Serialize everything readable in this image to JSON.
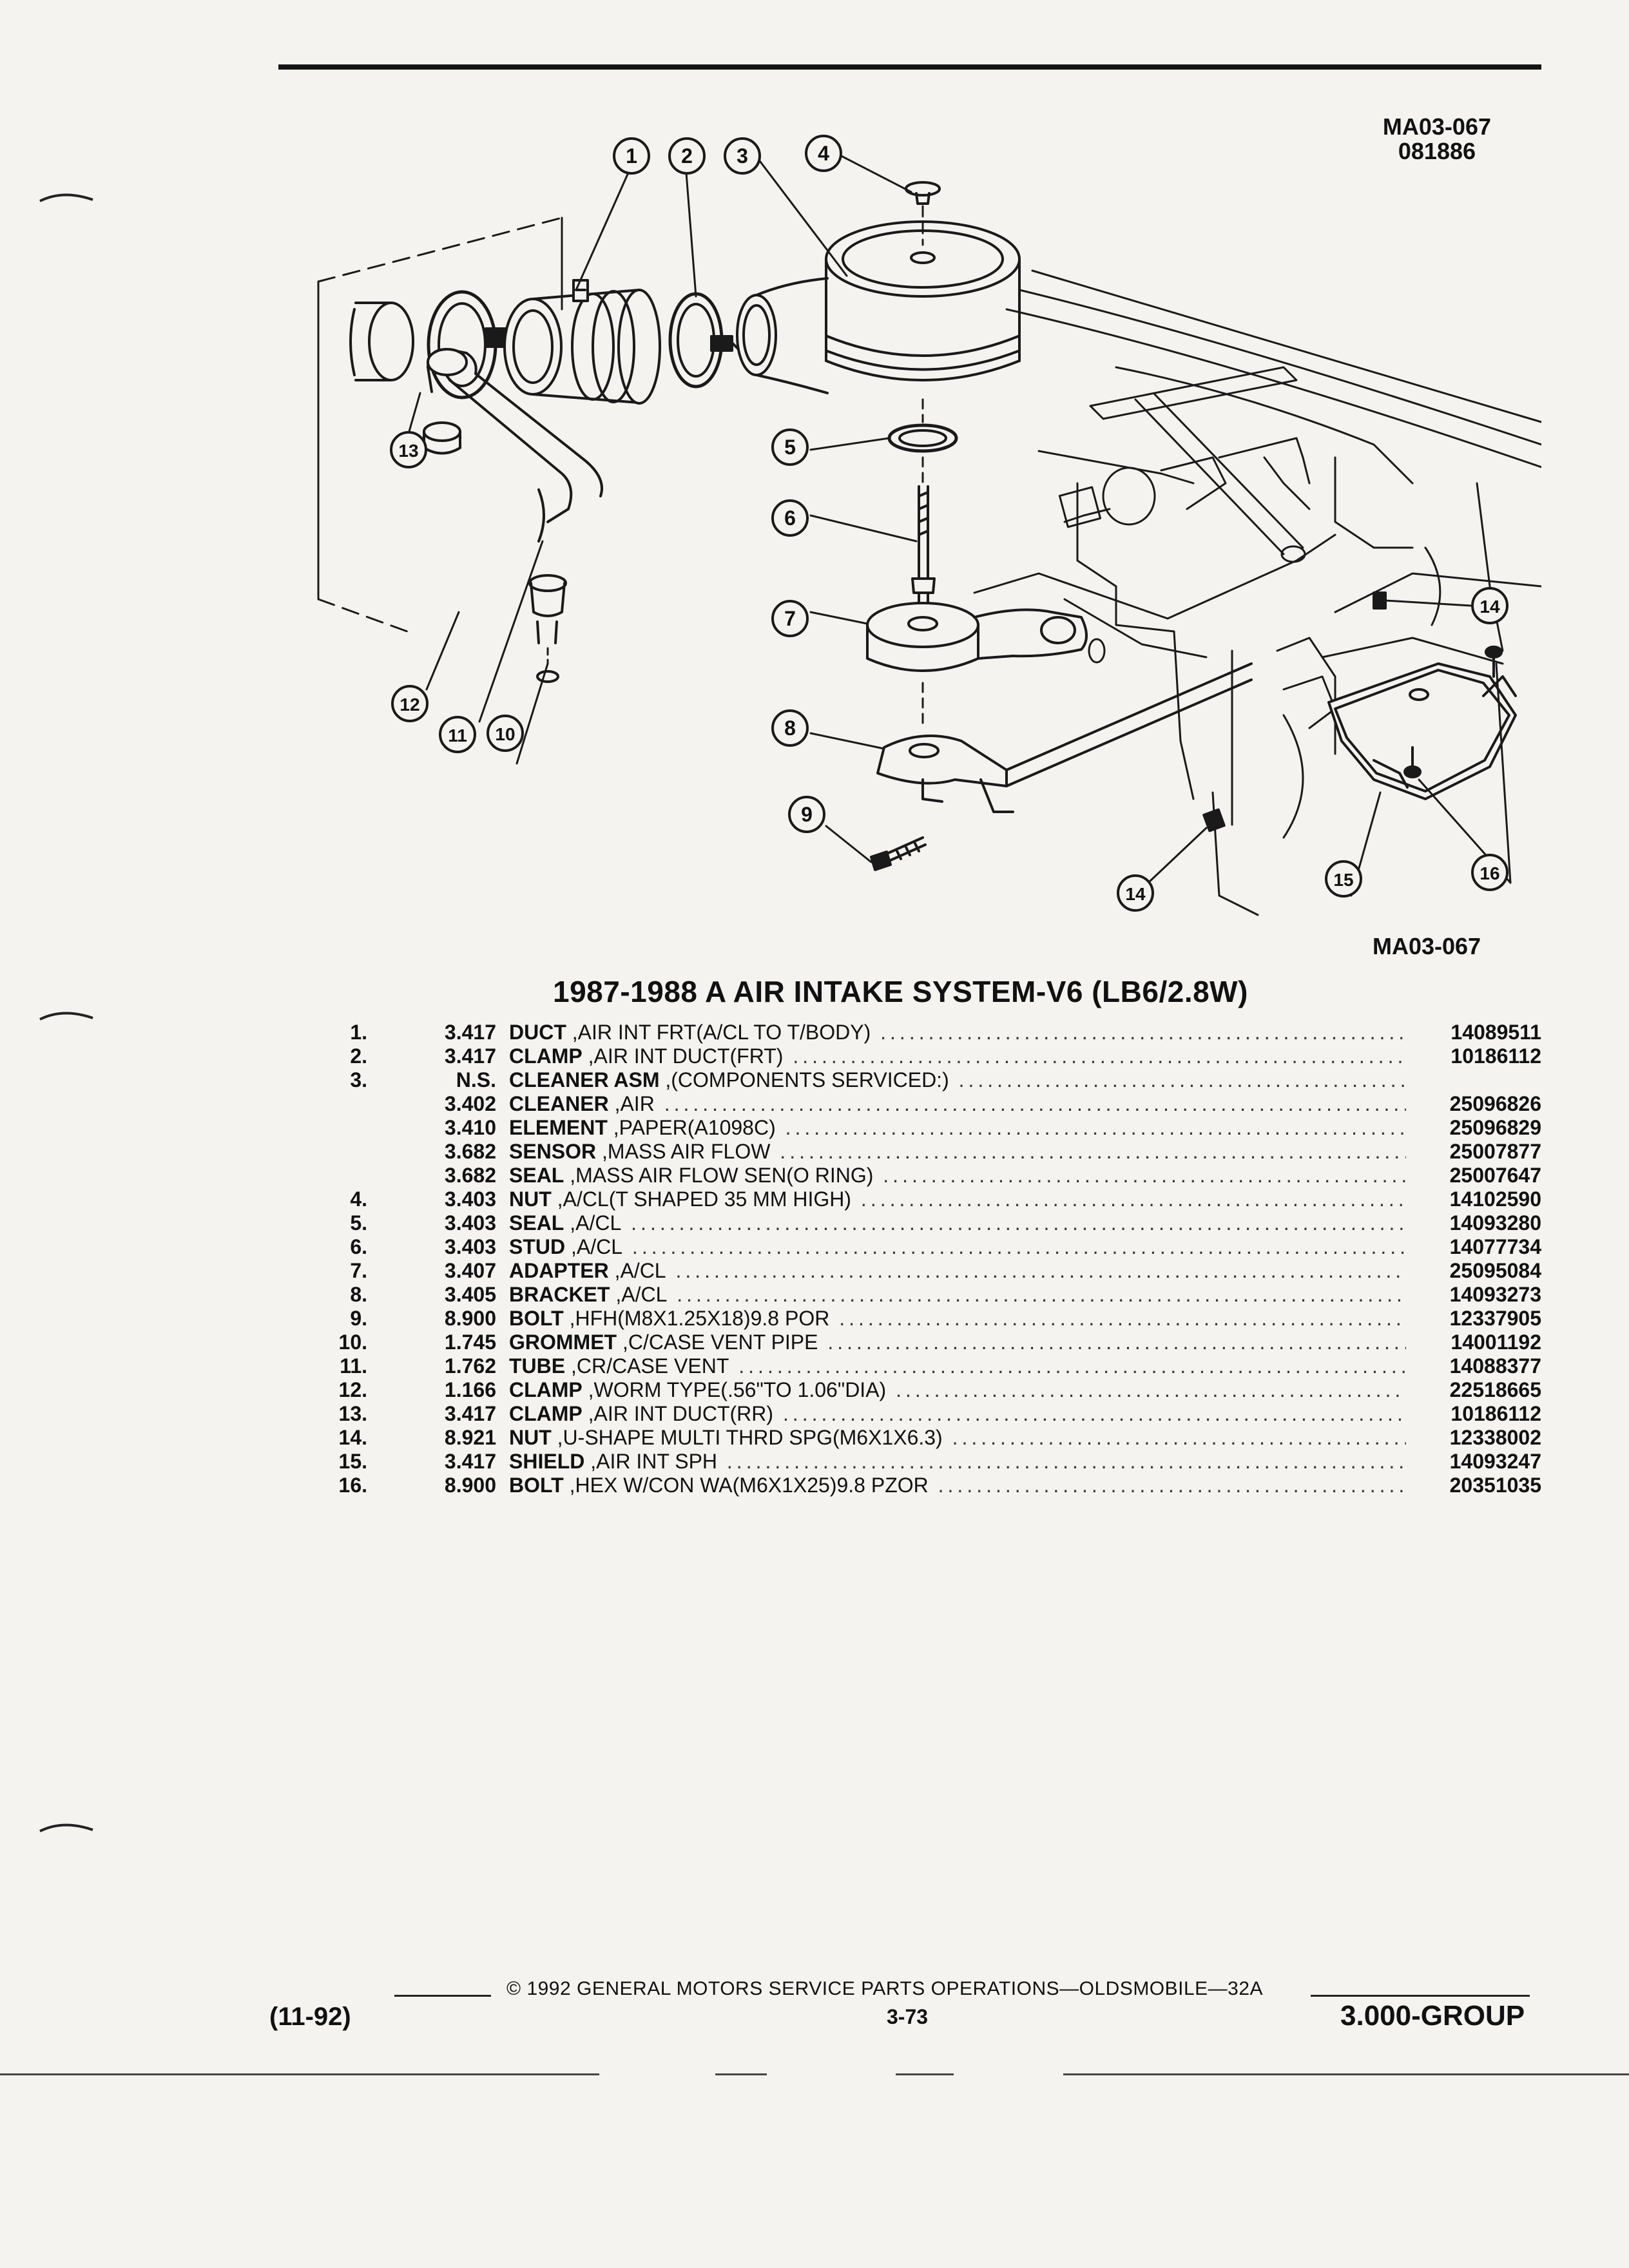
{
  "header": {
    "ref_code_1": "MA03-067",
    "ref_code_2": "081886"
  },
  "figure_ref": "MA03-067",
  "section_title": "1987-1988 A AIR INTAKE SYSTEM-V6 (LB6/2.8W)",
  "callouts": [
    "1",
    "2",
    "3",
    "4",
    "5",
    "6",
    "7",
    "8",
    "9",
    "10",
    "11",
    "12",
    "13",
    "14",
    "14",
    "15",
    "16"
  ],
  "parts": [
    {
      "line": "1.",
      "group": "3.417",
      "name": "DUCT",
      "desc": " ,AIR INT FRT(A/CL TO T/BODY)",
      "part": "14089511"
    },
    {
      "line": "2.",
      "group": "3.417",
      "name": "CLAMP",
      "desc": " ,AIR INT DUCT(FRT)",
      "part": "10186112"
    },
    {
      "line": "3.",
      "group": "N.S.",
      "name": "CLEANER ASM",
      "desc": " ,(COMPONENTS SERVICED:)",
      "part": ""
    },
    {
      "line": "",
      "group": "3.402",
      "name": "CLEANER",
      "desc": " ,AIR",
      "part": "25096826"
    },
    {
      "line": "",
      "group": "3.410",
      "name": "ELEMENT",
      "desc": " ,PAPER(A1098C)",
      "part": "25096829"
    },
    {
      "line": "",
      "group": "3.682",
      "name": "SENSOR",
      "desc": " ,MASS AIR FLOW",
      "part": "25007877"
    },
    {
      "line": "",
      "group": "3.682",
      "name": "SEAL",
      "desc": " ,MASS AIR FLOW SEN(O RING)",
      "part": "25007647"
    },
    {
      "line": "4.",
      "group": "3.403",
      "name": "NUT",
      "desc": " ,A/CL(T SHAPED 35 MM HIGH)",
      "part": "14102590"
    },
    {
      "line": "5.",
      "group": "3.403",
      "name": "SEAL",
      "desc": " ,A/CL",
      "part": "14093280"
    },
    {
      "line": "6.",
      "group": "3.403",
      "name": "STUD",
      "desc": " ,A/CL",
      "part": "14077734"
    },
    {
      "line": "7.",
      "group": "3.407",
      "name": "ADAPTER",
      "desc": " ,A/CL",
      "part": "25095084"
    },
    {
      "line": "8.",
      "group": "3.405",
      "name": "BRACKET",
      "desc": " ,A/CL",
      "part": "14093273"
    },
    {
      "line": "9.",
      "group": "8.900",
      "name": "BOLT",
      "desc": " ,HFH(M8X1.25X18)9.8 POR",
      "part": "12337905"
    },
    {
      "line": "10.",
      "group": "1.745",
      "name": "GROMMET",
      "desc": " ,C/CASE VENT PIPE",
      "part": "14001192"
    },
    {
      "line": "11.",
      "group": "1.762",
      "name": "TUBE",
      "desc": " ,CR/CASE VENT",
      "part": "14088377"
    },
    {
      "line": "12.",
      "group": "1.166",
      "name": "CLAMP",
      "desc": " ,WORM TYPE(.56\"TO 1.06\"DIA)",
      "part": "22518665"
    },
    {
      "line": "13.",
      "group": "3.417",
      "name": "CLAMP",
      "desc": " ,AIR INT DUCT(RR)",
      "part": "10186112"
    },
    {
      "line": "14.",
      "group": "8.921",
      "name": "NUT",
      "desc": " ,U-SHAPE MULTI THRD SPG(M6X1X6.3)",
      "part": "12338002"
    },
    {
      "line": "15.",
      "group": "3.417",
      "name": "SHIELD",
      "desc": " ,AIR INT SPH",
      "part": "14093247"
    },
    {
      "line": "16.",
      "group": "8.900",
      "name": "BOLT",
      "desc": " ,HEX W/CON WA(M6X1X25)9.8 PZOR",
      "part": "20351035"
    }
  ],
  "footer": {
    "date": "(11-92)",
    "copyright": "©  1992  GENERAL MOTORS SERVICE PARTS OPERATIONS—OLDSMOBILE—32A",
    "page": "3-73",
    "group": "3.000-GROUP"
  }
}
